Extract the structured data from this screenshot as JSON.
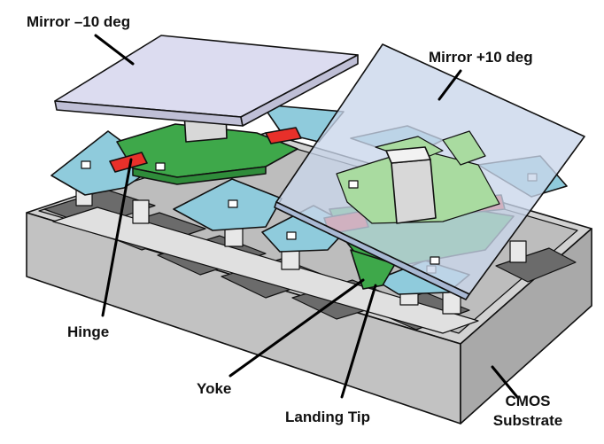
{
  "labels": {
    "mirror_minus": "Mirror –10 deg",
    "mirror_plus": "Mirror +10 deg",
    "hinge": "Hinge",
    "yoke": "Yoke",
    "landing_tip": "Landing Tip",
    "cmos_line1": "CMOS",
    "cmos_line2": "Substrate"
  },
  "colors": {
    "mirror": "#dcdcf0",
    "mirror_plus": "#c9d6ea",
    "electrode": "#8ecbdd",
    "yoke": "#3fa84a",
    "yoke_light": "#a9dba0",
    "hinge": "#e8302a",
    "post": "#e6e6e6",
    "substrate_top": "#c8c8c8",
    "substrate_side": "#b0b0b0",
    "dark_pad": "#6a6a6a"
  }
}
